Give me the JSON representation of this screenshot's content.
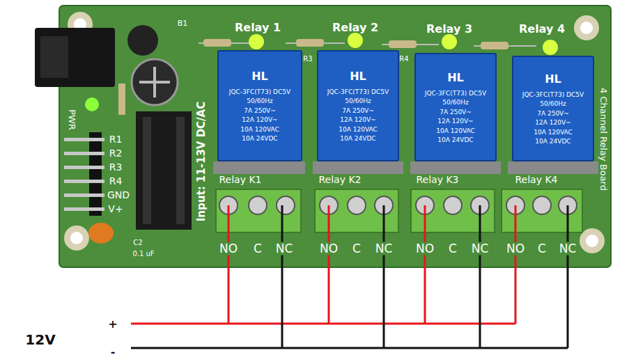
{
  "diagram": {
    "nodes": [
      {
        "text": [
          "HL",
          "JQC-3FC(T73) DC5V",
          "50/60Hz",
          "7A 250V~",
          "12A 120V~",
          "10A 120VAC",
          "10A 24VDC"
        ]
      },
      {
        "text": [
          "HL",
          "JQC-3FC(T73) DC5V",
          "50/60Hz",
          "7A 250V~",
          "12A 120V~",
          "10A 120VAC",
          "10A 24VDC"
        ]
      },
      {
        "text": [
          "HL",
          "JQC-3FC(T73) DC5V",
          "50/60Hz",
          "7A 250V~",
          "12A 120V~",
          "10A 120VAC",
          "10A 24VDC"
        ]
      },
      {
        "text": [
          "HL",
          "JQC-3FC(T73) DC5V",
          "50/60Hz",
          "7A 250V~",
          "12A 120V~",
          "10A 120VAC",
          "10A 24VDC"
        ]
      }
    ],
    "labels": [
      "Relay 1",
      "Relay 2",
      "Relay 3",
      "Relay 4",
      "B1",
      "R3",
      "R4",
      "PWR",
      "R1",
      "R2",
      "R3",
      "R4",
      "GND",
      "V+",
      "Input: 11-13V DC/AC",
      "Relay K1",
      "Relay K2",
      "Relay K3",
      "Relay K4",
      "NO",
      "C",
      "NC",
      "NO",
      "C",
      "NC",
      "NO",
      "C",
      "NC",
      "NO",
      "C",
      "NC",
      "C2",
      "0.1 uF",
      "4 Channel Relay Board",
      "12V",
      "+",
      "-"
    ]
  }
}
